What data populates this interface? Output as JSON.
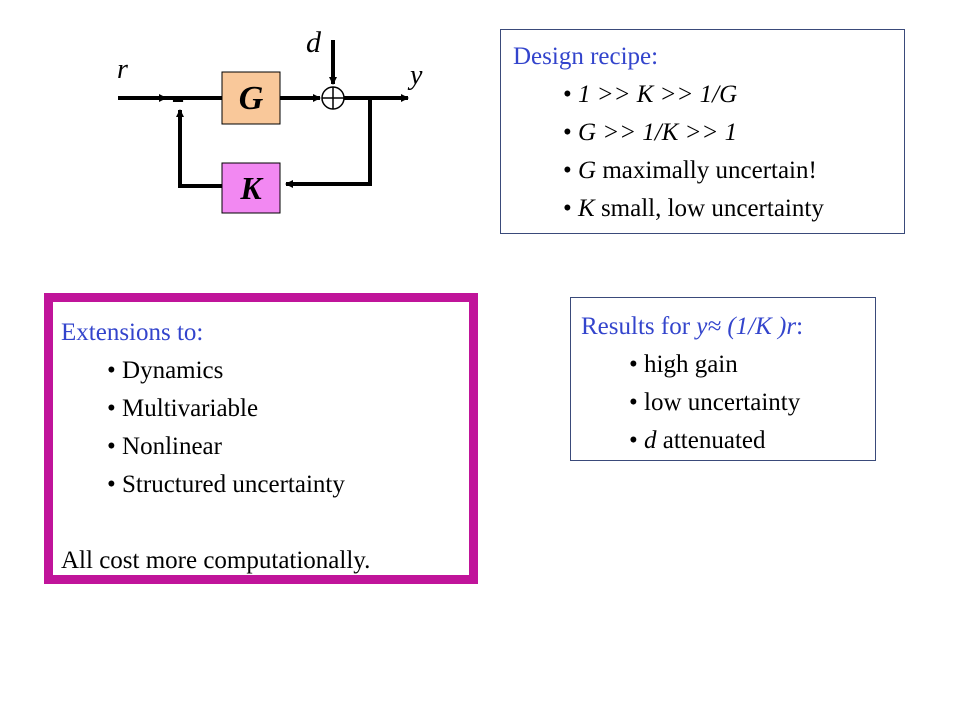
{
  "diagram": {
    "signal_r": "r",
    "signal_d": "d",
    "signal_y": "y",
    "minus_sign": "-",
    "block_g": "G",
    "block_k": "K",
    "colors": {
      "g_block": "#f9c89a",
      "k_block": "#f288f2",
      "wire": "#000000"
    }
  },
  "recipe": {
    "heading": "Design recipe:",
    "items": [
      "1 >> K  >> 1/G",
      "G >> 1/K >> 1",
      {
        "symbol": "G",
        "text": " maximally uncertain!"
      },
      {
        "symbol": "K",
        "text": " small, low uncertainty"
      }
    ]
  },
  "extensions": {
    "heading": "Extensions to:",
    "items": [
      "Dynamics",
      "Multivariable",
      "Nonlinear",
      "Structured uncertainty"
    ],
    "footer": "All cost more computationally.",
    "border_color": "#c0149a"
  },
  "results": {
    "heading_prefix": "Results for ",
    "heading_formula": "y≈ (1/K )r",
    "heading_suffix": ":",
    "items": [
      "high gain",
      "low uncertainty",
      {
        "symbol": "d",
        "text": " attenuated"
      }
    ]
  },
  "accent_color": "#3344cc"
}
